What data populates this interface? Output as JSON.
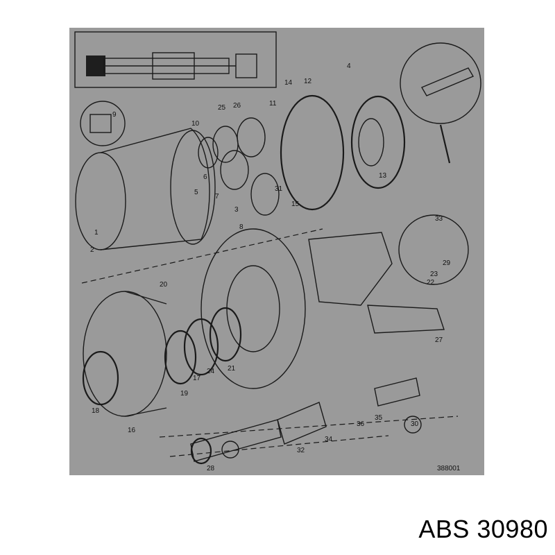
{
  "diagram": {
    "drawing_code": "388001",
    "callouts": [
      "1",
      "2",
      "3",
      "4",
      "5",
      "6",
      "7",
      "8",
      "9",
      "10",
      "11",
      "12",
      "13",
      "14",
      "15",
      "16",
      "17",
      "18",
      "19",
      "20",
      "21",
      "22",
      "23",
      "24",
      "25",
      "26",
      "27",
      "28",
      "29",
      "30",
      "31",
      "32",
      "33",
      "34",
      "35",
      "36"
    ]
  },
  "caption": "ABS 30980",
  "colors": {
    "diagram_bg": "#9a9a9a",
    "ink": "#1a1a1a",
    "page_bg": "#ffffff"
  }
}
